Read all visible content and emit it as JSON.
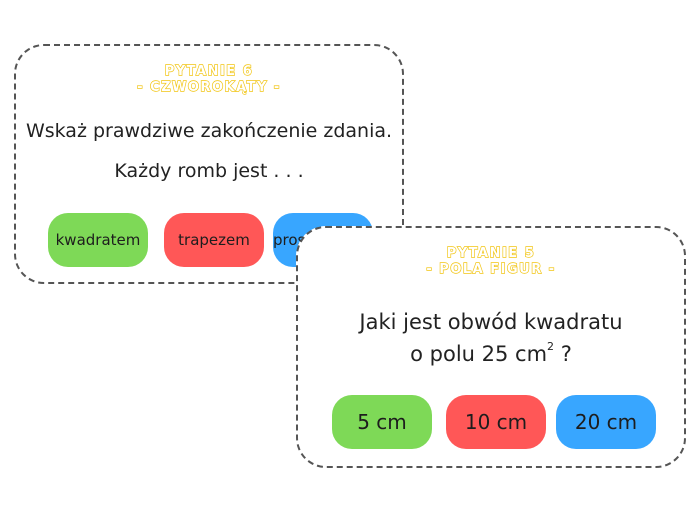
{
  "card_pytanie_6": {
    "heading_line1": "PYTANIE 6",
    "heading_line2": "- CZWOROKĄTY -",
    "question_line1": "Wskaż prawdziwe zakończenie zdania.",
    "question_line2": "Każdy romb jest . . .",
    "answers": [
      {
        "label": "kwadratem",
        "color": "#7ed957"
      },
      {
        "label": "trapezem",
        "color": "#ff5757"
      },
      {
        "label": "prostokątem",
        "visible_text": "pros",
        "color": "#38a6ff"
      }
    ]
  },
  "card_pytanie_5": {
    "heading_line1": "PYTANIE 5",
    "heading_line2": "- POLA FIGUR -",
    "question_line1": "Jaki jest obwód kwadratu",
    "question_line2_prefix": "o polu 25 cm",
    "question_line2_sup": "2",
    "question_line2_suffix": " ?",
    "answers": [
      {
        "label": "5 cm",
        "color": "#7ed957"
      },
      {
        "label": "10 cm",
        "color": "#ff5757"
      },
      {
        "label": "20 cm",
        "color": "#38a6ff"
      }
    ]
  },
  "colors": {
    "heading_outline": "#f2c617",
    "card_border": "#555555"
  }
}
